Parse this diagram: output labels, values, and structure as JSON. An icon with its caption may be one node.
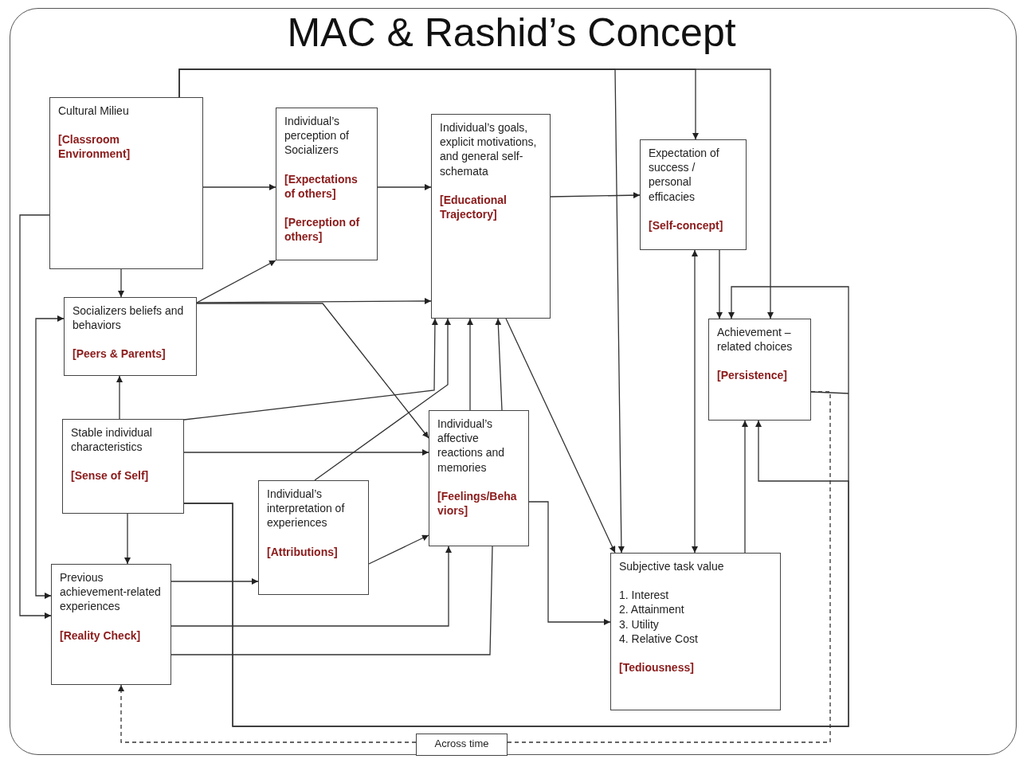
{
  "diagram": {
    "title": "MAC & Rashid’s Concept",
    "nodes": [
      {
        "text": [
          "Cultural Milieu",
          "[Classroom Environment]"
        ]
      },
      {
        "text": [
          "Individual’s perception of Socializers",
          "[Expectations of others]",
          "[Perception of others]"
        ]
      },
      {
        "text": [
          "Individual’s goals, explicit motivations, and general self-schemata",
          "[Educational Trajectory]"
        ]
      },
      {
        "text": [
          "Expectation of success / personal efficacies",
          "[Self-concept]"
        ]
      },
      {
        "text": [
          "Socializers beliefs and behaviors",
          "[Peers & Parents]"
        ]
      },
      {
        "text": [
          "Achievement –related choices",
          "[Persistence]"
        ]
      },
      {
        "text": [
          "Stable individual characteristics",
          "[Sense of Self]"
        ]
      },
      {
        "text": [
          "Individual’s affective reactions and memories",
          "[Feelings/Behaviors]"
        ]
      },
      {
        "text": [
          "Individual’s interpretation of experiences",
          "[Attributions]"
        ]
      },
      {
        "text": [
          "Previous achievement-related experiences",
          "[Reality Check]"
        ]
      },
      {
        "text": [
          "Subjective task value",
          "1. Interest",
          "2. Attainment",
          "3. Utility",
          "4. Relative Cost",
          "[Tediousness]"
        ]
      },
      {
        "text": [
          "Across time"
        ]
      }
    ],
    "edges": [
      {
        "from": 0,
        "to": 1,
        "arrow": "to"
      },
      {
        "from": 0,
        "to": 4,
        "arrow": "to"
      },
      {
        "from": 0,
        "to": 9,
        "arrow": "to"
      },
      {
        "from": 0,
        "to": 10,
        "arrow": "to"
      },
      {
        "from": 0,
        "to": 3,
        "arrow": "to"
      },
      {
        "from": 0,
        "to": 5,
        "arrow": "to"
      },
      {
        "from": 1,
        "to": 2,
        "arrow": "to"
      },
      {
        "from": 4,
        "to": 1,
        "arrow": "to"
      },
      {
        "from": 4,
        "to": 2,
        "arrow": "to"
      },
      {
        "from": 4,
        "to": 7,
        "arrow": "to"
      },
      {
        "from": 4,
        "to": 9,
        "arrow": "both"
      },
      {
        "from": 6,
        "to": 4,
        "arrow": "to"
      },
      {
        "from": 6,
        "to": 2,
        "arrow": "to"
      },
      {
        "from": 6,
        "to": 7,
        "arrow": "to"
      },
      {
        "from": 6,
        "to": 9,
        "arrow": "to"
      },
      {
        "from": 6,
        "to": 5,
        "arrow": "to"
      },
      {
        "from": 6,
        "to": 5,
        "arrow": "to"
      },
      {
        "from": 5,
        "to": null,
        "arrow": "none"
      },
      {
        "from": 5,
        "to": 11,
        "arrow": "none",
        "style": "dashed"
      },
      {
        "from": 11,
        "to": 9,
        "arrow": "to",
        "style": "dashed"
      },
      {
        "from": 2,
        "to": 3,
        "arrow": "to"
      },
      {
        "from": 2,
        "to": 10,
        "arrow": "to"
      },
      {
        "from": 3,
        "to": 10,
        "arrow": "both"
      },
      {
        "from": 3,
        "to": 5,
        "arrow": "to"
      },
      {
        "from": 10,
        "to": 5,
        "arrow": "to"
      },
      {
        "from": 7,
        "to": 2,
        "arrow": "to"
      },
      {
        "from": 7,
        "to": 2,
        "arrow": "to"
      },
      {
        "from": 7,
        "to": 10,
        "arrow": "to"
      },
      {
        "from": 8,
        "to": 2,
        "arrow": "to"
      },
      {
        "from": 8,
        "to": 7,
        "arrow": "to"
      },
      {
        "from": 9,
        "to": 8,
        "arrow": "to"
      },
      {
        "from": 9,
        "to": 7,
        "arrow": "to"
      },
      {
        "from": 9,
        "to": 7,
        "arrow": "none"
      }
    ]
  }
}
